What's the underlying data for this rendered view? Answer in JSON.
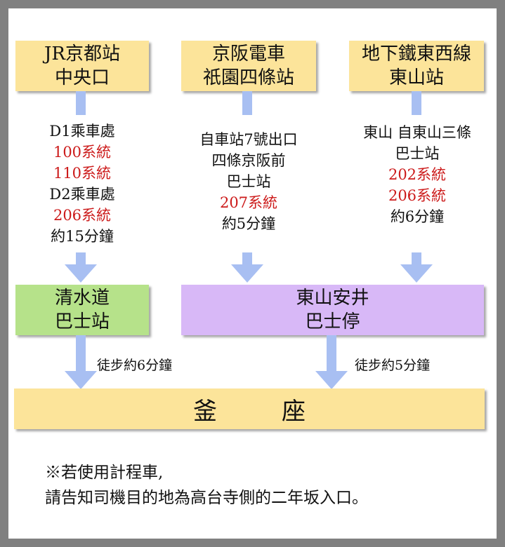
{
  "origins": {
    "left": {
      "line1": "JR京都站",
      "line2": "中央口"
    },
    "middle": {
      "line1": "京阪電車",
      "line2": "祇園四條站"
    },
    "right": {
      "line1": "地下鐵東西線",
      "line2": "東山站"
    }
  },
  "routes": {
    "left": [
      "D1乘車處",
      "100系統",
      "110系統",
      "D2乘車處",
      "206系統",
      "約15分鐘"
    ],
    "middle": [
      "自車站7號出口",
      "四條京阪前",
      "巴士站",
      "207系統",
      "約5分鐘"
    ],
    "right": [
      "東山 自東山三條",
      "巴士站",
      "202系統",
      "206系統",
      "約6分鐘"
    ]
  },
  "stops": {
    "left": {
      "line1": "清水道",
      "line2": "巴士站"
    },
    "right": {
      "line1": "東山安井",
      "line2": "巴士停"
    }
  },
  "walks": {
    "left": "徒步約6分鐘",
    "right": "徒步約5分鐘"
  },
  "destination": {
    "char1": "釜",
    "char2": "座"
  },
  "note": {
    "line1": "※若使用計程車,",
    "line2": "請告知司機目的地為高台寺側的二年坂入口。"
  },
  "colors": {
    "origin_box": "#FCE49A",
    "stop_left": "#B6E28A",
    "stop_right": "#D8B8F7",
    "arrow": "#A8BFF2",
    "route_highlight": "#CC1A1A",
    "frame": "#808080"
  }
}
